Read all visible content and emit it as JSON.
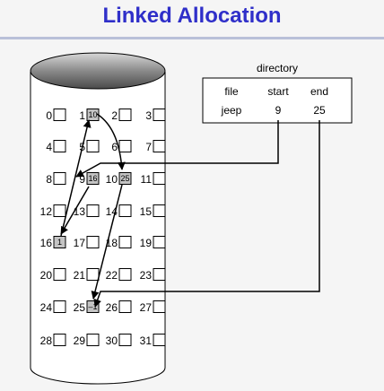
{
  "title": "Linked Allocation",
  "directory": {
    "label": "directory",
    "headers": [
      "file",
      "start",
      "end"
    ],
    "row": [
      "jeep",
      "9",
      "25"
    ]
  },
  "blocks": [
    {
      "label": "0",
      "value": ""
    },
    {
      "label": "1",
      "value": "10"
    },
    {
      "label": "2",
      "value": ""
    },
    {
      "label": "3",
      "value": ""
    },
    {
      "label": "4",
      "value": ""
    },
    {
      "label": "5",
      "value": ""
    },
    {
      "label": "6",
      "value": ""
    },
    {
      "label": "7",
      "value": ""
    },
    {
      "label": "8",
      "value": ""
    },
    {
      "label": "9",
      "value": "16"
    },
    {
      "label": "10",
      "value": "25"
    },
    {
      "label": "11",
      "value": ""
    },
    {
      "label": "12",
      "value": ""
    },
    {
      "label": "13",
      "value": ""
    },
    {
      "label": "14",
      "value": ""
    },
    {
      "label": "15",
      "value": ""
    },
    {
      "label": "16",
      "value": "1"
    },
    {
      "label": "17",
      "value": ""
    },
    {
      "label": "18",
      "value": ""
    },
    {
      "label": "19",
      "value": ""
    },
    {
      "label": "20",
      "value": ""
    },
    {
      "label": "21",
      "value": ""
    },
    {
      "label": "22",
      "value": ""
    },
    {
      "label": "23",
      "value": ""
    },
    {
      "label": "24",
      "value": ""
    },
    {
      "label": "25",
      "value": "–1"
    },
    {
      "label": "26",
      "value": ""
    },
    {
      "label": "27",
      "value": ""
    },
    {
      "label": "28",
      "value": ""
    },
    {
      "label": "29",
      "value": ""
    },
    {
      "label": "30",
      "value": ""
    },
    {
      "label": "31",
      "value": ""
    }
  ],
  "colors": {
    "title": "#2f2fc9",
    "used_block": "#c4c4c4",
    "free_block": "#ffffff"
  }
}
